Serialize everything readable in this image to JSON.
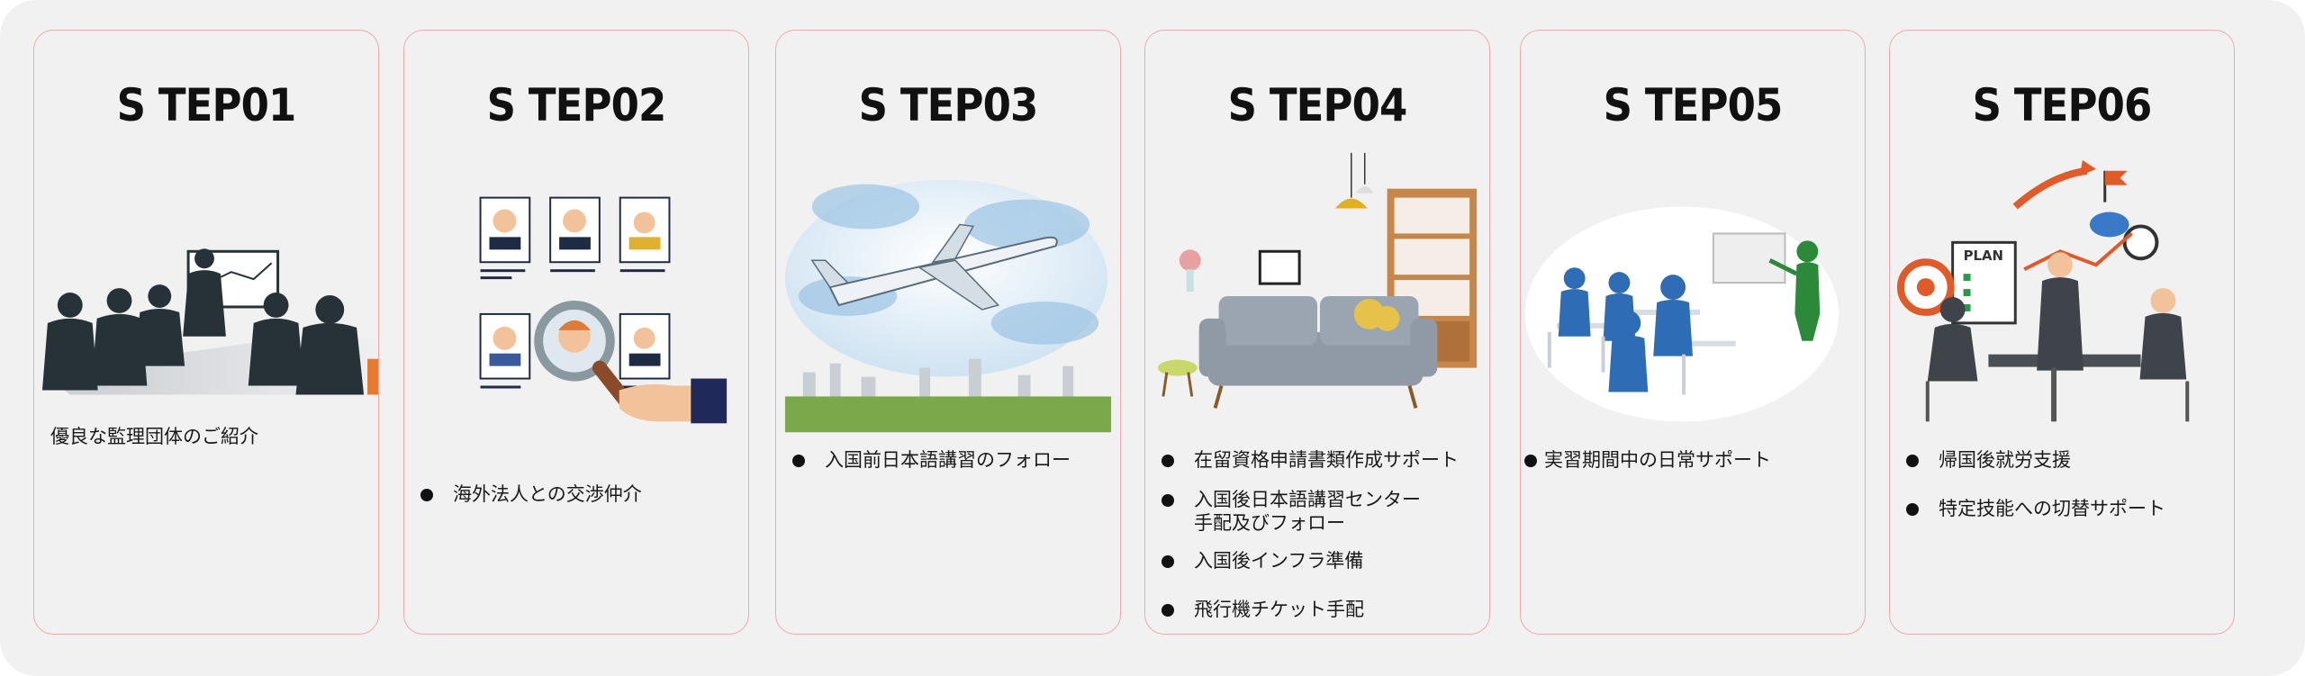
{
  "steps": [
    {
      "title": "S TEP01",
      "items": [
        "優良な監理団体のご紹介"
      ],
      "bullets": false
    },
    {
      "title": "S TEP02",
      "items": [
        "海外法人との交渉仲介"
      ],
      "bullets": true
    },
    {
      "title": "S TEP03",
      "items": [
        "入国前日本語講習のフォロー"
      ],
      "bullets": true
    },
    {
      "title": "S TEP04",
      "items": [
        "在留資格申請書類作成サポート",
        "入国後日本語講習センター\n手配及びフォロー",
        "入国後インフラ準備",
        "飛行機チケット手配"
      ],
      "bullets": true
    },
    {
      "title": "S TEP05",
      "items": [
        "実習期間中の日常サポート"
      ],
      "bullets": true
    },
    {
      "title": "S TEP06",
      "items": [
        "帰国後就労支援",
        "特定技能への切替サポート"
      ],
      "bullets": true
    }
  ],
  "illustrations": [
    "business-meeting-silhouettes",
    "candidate-profiles-magnifier",
    "airplane-over-city",
    "living-room-furniture",
    "figures-presentation-training",
    "business-planning-charts"
  ],
  "plan_board_label": "PLAN"
}
